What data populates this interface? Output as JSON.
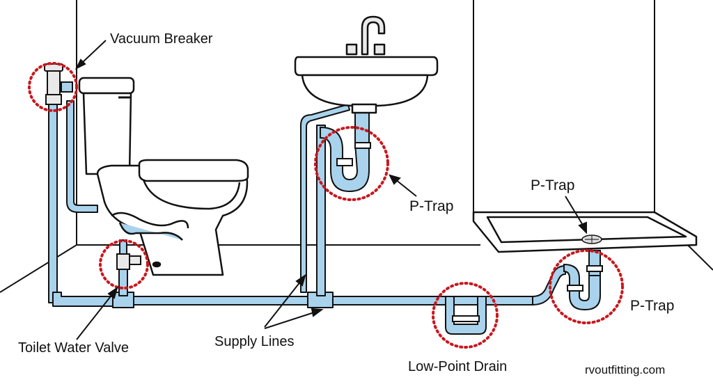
{
  "labels": {
    "vacuum_breaker": "Vacuum Breaker",
    "p_trap_sink": "P-Trap",
    "p_trap_shower_top": "P-Trap",
    "p_trap_shower_right": "P-Trap",
    "toilet_water_valve": "Toilet Water Valve",
    "supply_lines": "Supply Lines",
    "low_point_drain": "Low-Point Drain",
    "watermark": "rvoutfitting.com"
  },
  "colors": {
    "pipe_fill": "#a9d3ec",
    "outline": "#111111",
    "highlight_circle": "#c8171d",
    "wall_fill": "#ffffff",
    "background": "#ffffff"
  }
}
